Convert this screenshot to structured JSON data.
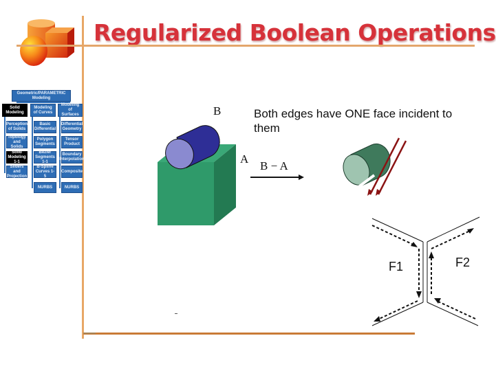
{
  "slide": {
    "title": "Regularized Boolean Operations",
    "accent_color": "#d6323a",
    "rule_color": "#e8a766"
  },
  "minimap": {
    "root": "Geometric/PARAMETRIC Modeling",
    "columns": [
      {
        "header": "Solid Modeling",
        "highlighted": true,
        "items": [
          {
            "label": "Perception of Solids",
            "highlighted": false
          },
          {
            "label": "Topology and Solids",
            "highlighted": false
          },
          {
            "label": "Solid Modeling 1-1",
            "highlighted": true
          },
          {
            "label": "Sliders and Projection",
            "highlighted": false
          }
        ]
      },
      {
        "header": "Modeling of Curves",
        "highlighted": false,
        "items": [
          {
            "label": "Basic Differential",
            "highlighted": false
          },
          {
            "label": "Polygon Segments",
            "highlighted": false
          },
          {
            "label": "Bezier Segments 1-1",
            "highlighted": false
          },
          {
            "label": "B-Spline Curves 1-5",
            "highlighted": false
          },
          {
            "label": "NURBS",
            "highlighted": false
          }
        ]
      },
      {
        "header": "Modeling of Surfaces",
        "highlighted": false,
        "items": [
          {
            "label": "Differential Geometry",
            "highlighted": false
          },
          {
            "label": "Tensor Product",
            "highlighted": false
          },
          {
            "label": "Boundary Interpolation",
            "highlighted": false
          },
          {
            "label": "Composite",
            "highlighted": false
          },
          {
            "label": "NURBS",
            "highlighted": false
          }
        ]
      }
    ]
  },
  "figure": {
    "label_b": "B",
    "label_a": "A",
    "operation": "B − A",
    "caption": "Both edges have ONE face incident to them",
    "face_left": "F1",
    "face_right": "F2",
    "colors": {
      "cube": "#2f9a6a",
      "cylinder_b": "#2e2e96",
      "result_cylinder": "#3f7a5c",
      "arrows": "#8b1414"
    }
  }
}
